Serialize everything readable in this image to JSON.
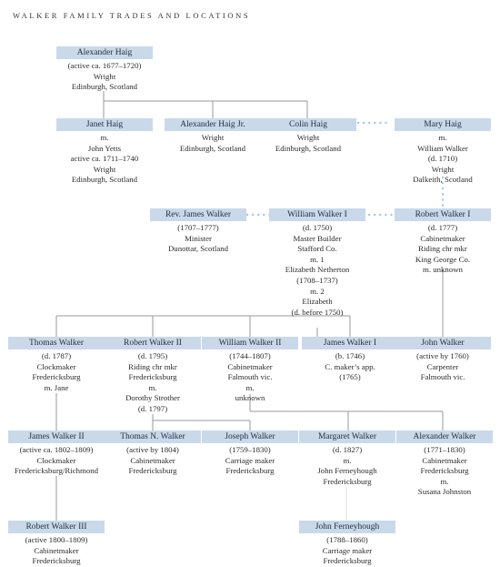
{
  "title": "WALKER FAMILY TRADES AND LOCATIONS",
  "people": {
    "alexander_haig": {
      "name": "Alexander Haig",
      "lines": [
        "(active ca. 1677–1720)",
        "Wright",
        "Edinburgh, Scotland"
      ]
    },
    "janet_haig": {
      "name": "Janet Haig",
      "lines": [
        "m.",
        "John Yetts",
        "active ca. 1711–1740",
        "Wright",
        "Edinburgh, Scotland"
      ]
    },
    "alexander_haig_jr": {
      "name": "Alexander Haig Jr.",
      "lines": [
        "Wright",
        "Edinburgh, Scotland"
      ]
    },
    "colin_haig": {
      "name": "Colin Haig",
      "lines": [
        "Wright",
        "Edinburgh, Scotland"
      ]
    },
    "mary_haig": {
      "name": "Mary Haig",
      "lines": [
        "m.",
        "William Walker",
        "(d. 1710)",
        "Wright",
        "Dalkeith, Scotland"
      ]
    },
    "rev_james_walker": {
      "name": "Rev. James Walker",
      "lines": [
        "(1707–1777)",
        "Minister",
        "Dunottar, Scotland"
      ]
    },
    "william_walker_i": {
      "name": "William Walker I",
      "lines": [
        "(d. 1750)",
        "Master Builder",
        "Stafford Co.",
        "m. 1",
        "Elizabeth Netherton",
        "(1708–1737)",
        "m. 2",
        "Elizabeth",
        "(d. before 1750)"
      ]
    },
    "robert_walker_i": {
      "name": "Robert Walker I",
      "lines": [
        "(d. 1777)",
        "Cabinetmaker",
        "Riding chr mkr",
        "King George Co.",
        "m. unknown"
      ]
    },
    "thomas_walker": {
      "name": "Thomas Walker",
      "lines": [
        "(d. 1787)",
        "Clockmaker",
        "Fredericksburg",
        "m. Jane"
      ]
    },
    "robert_walker_ii": {
      "name": "Robert Walker II",
      "lines": [
        "(d. 1795)",
        "Riding chr mkr",
        "Fredericksburg",
        "m.",
        "Dorothy Strother",
        "(d. 1797)"
      ]
    },
    "william_walker_ii": {
      "name": "William Walker II",
      "lines": [
        "(1744–1807)",
        "Cabinetmaker",
        "Falmouth vic.",
        "m.",
        "unknown"
      ]
    },
    "james_walker_i": {
      "name": "James Walker I",
      "lines": [
        "(b. 1746)",
        "C. maker’s app.",
        "(1765)"
      ]
    },
    "john_walker": {
      "name": "John Walker",
      "lines": [
        "(active by 1760)",
        "Carpenter",
        "Falmouth vic."
      ]
    },
    "james_walker_ii": {
      "name": "James Walker II",
      "lines": [
        "(active ca. 1802–1809)",
        "Clockmaker",
        "Fredericksburg/Richmond"
      ]
    },
    "thomas_n_walker": {
      "name": "Thomas N. Walker",
      "lines": [
        "(active by 1804)",
        "Cabinetmaker",
        "Fredericksburg"
      ]
    },
    "joseph_walker": {
      "name": "Joseph Walker",
      "lines": [
        "(1759–1830)",
        "Carriage maker",
        "Fredericksburg"
      ]
    },
    "margaret_walker": {
      "name": "Margaret Walker",
      "lines": [
        "(d. 1827)",
        "m.",
        "John Ferneyhough",
        "Fredericksburg"
      ]
    },
    "alexander_walker": {
      "name": "Alexander Walker",
      "lines": [
        "(1771–1830)",
        "Cabinetmaker",
        "Fredericksburg",
        "m.",
        "Susana Johnston"
      ]
    },
    "robert_walker_iii": {
      "name": "Robert Walker III",
      "lines": [
        "(active 1800–1809)",
        "Cabinetmaker",
        "Fredericksburg"
      ]
    },
    "john_ferneyhough": {
      "name": "John Ferneyhough",
      "lines": [
        "(1788–1860)",
        "Carriage maker",
        "Fredericksburg"
      ]
    }
  },
  "colors": {
    "name_box": "#c9d9ea",
    "line": "#9a9a9a",
    "dotted": "#a9c7e2",
    "text": "#2b2b2b"
  }
}
